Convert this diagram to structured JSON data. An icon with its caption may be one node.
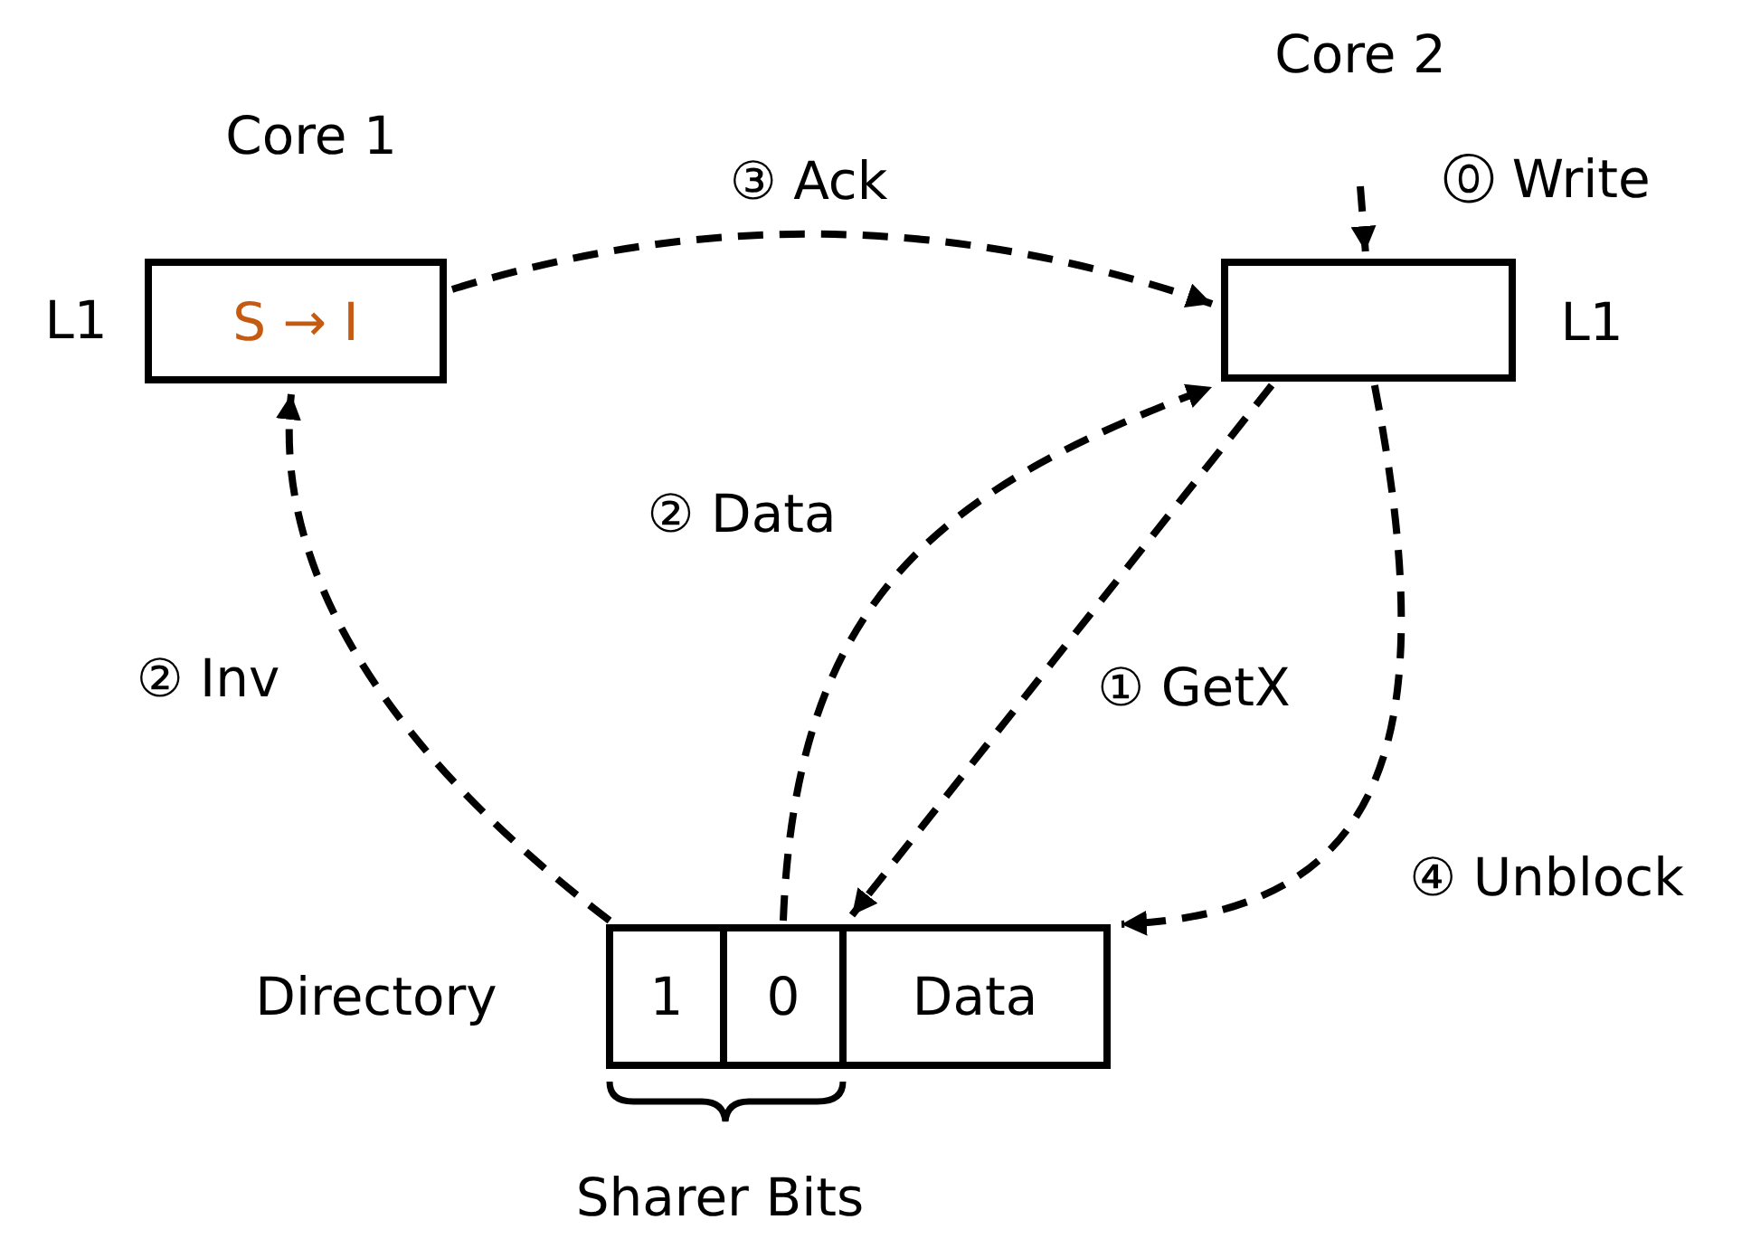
{
  "diagram": {
    "nodes": [
      {
        "text": [
          "S → I"
        ],
        "beside": [
          "Core 1",
          "L1"
        ]
      },
      {
        "text": [],
        "shape": "box",
        "beside": [
          "Core 2",
          "L1"
        ]
      },
      {
        "text": [
          "1"
        ],
        "beside": [
          "Directory"
        ]
      },
      {
        "text": [
          "0"
        ]
      },
      {
        "text": [
          "Data"
        ]
      }
    ],
    "edges": [
      {
        "from": null,
        "to": 1,
        "arrow": "to",
        "style": "dashed",
        "label": "⓪ Write"
      },
      {
        "from": 1,
        "to": 3,
        "arrow": "to",
        "style": "dashed",
        "label": "① GetX"
      },
      {
        "from": 2,
        "to": 0,
        "arrow": "to",
        "style": "dashed",
        "label": "② Inv"
      },
      {
        "from": 3,
        "to": 1,
        "arrow": "to",
        "style": "dashed",
        "label": "② Data"
      },
      {
        "from": 0,
        "to": 1,
        "arrow": "to",
        "style": "dashed",
        "label": "③ Ack"
      },
      {
        "from": 1,
        "to": 4,
        "arrow": "to",
        "style": "dashed",
        "label": "④ Unblock"
      }
    ],
    "labels": [
      "Sharer Bits"
    ]
  }
}
